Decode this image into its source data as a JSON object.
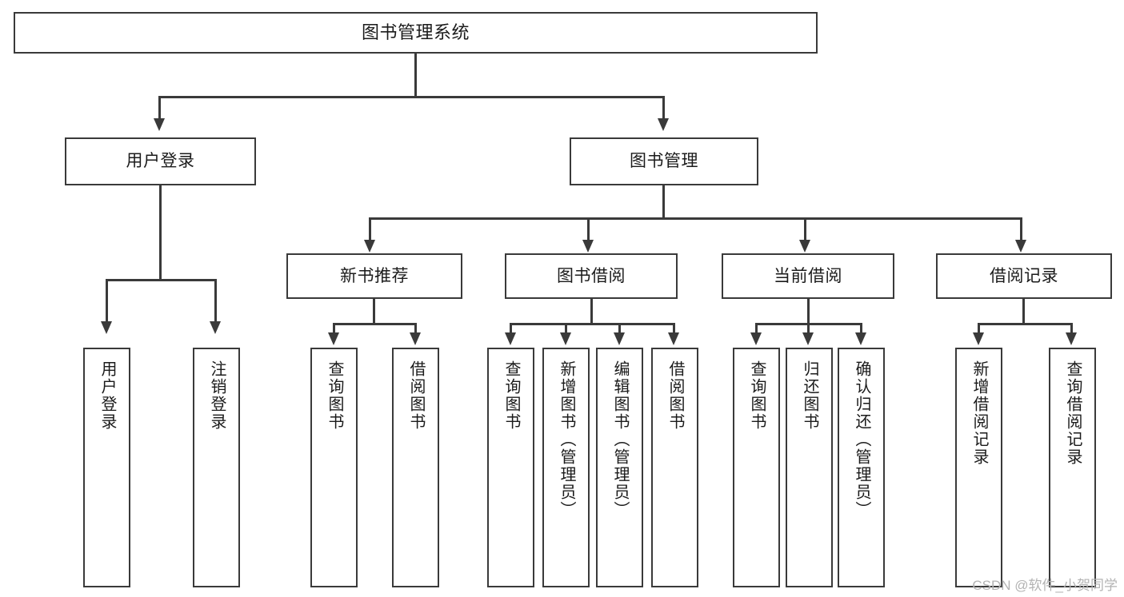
{
  "diagram": {
    "type": "tree",
    "title": "图书管理系统",
    "orientation": "top-down",
    "colors": {
      "stroke": "#3a3a3a",
      "fill": "#ffffff",
      "text": "#1b1b1b",
      "watermark": "#b3b3b3"
    },
    "root": {
      "label": "图书管理系统"
    },
    "level1": [
      {
        "label": "用户登录"
      },
      {
        "label": "图书管理"
      }
    ],
    "level2": [
      {
        "label": "新书推荐"
      },
      {
        "label": "图书借阅"
      },
      {
        "label": "当前借阅"
      },
      {
        "label": "借阅记录"
      }
    ],
    "leaves": {
      "user_login": [
        {
          "label": "用户登录"
        },
        {
          "label": "注销登录"
        }
      ],
      "new_book_recommend": [
        {
          "label": "查询图书"
        },
        {
          "label": "借阅图书"
        }
      ],
      "book_borrow": [
        {
          "label": "查询图书"
        },
        {
          "label": "新增图书（管理员）"
        },
        {
          "label": "编辑图书（管理员）"
        },
        {
          "label": "借阅图书"
        }
      ],
      "current_borrow": [
        {
          "label": "查询图书"
        },
        {
          "label": "归还图书"
        },
        {
          "label": "确认归还（管理员）"
        }
      ],
      "borrow_record": [
        {
          "label": "新增借阅记录"
        },
        {
          "label": "查询借阅记录"
        }
      ]
    },
    "watermark": "CSDN @软件_小贺同学"
  }
}
